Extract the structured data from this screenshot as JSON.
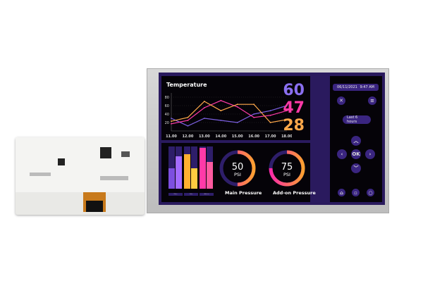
{
  "temperature": {
    "title": "Temperature",
    "readouts": [
      {
        "value": "60",
        "color": "#8a6ff0"
      },
      {
        "value": "47",
        "color": "#ff3aa8"
      },
      {
        "value": "28",
        "color": "#ffa84a"
      }
    ]
  },
  "chart_data": {
    "type": "line",
    "title": "Temperature",
    "categories": [
      "11.00",
      "12.00",
      "13.00",
      "14.00",
      "15.00",
      "16.00",
      "17.00",
      "18.00"
    ],
    "yticks": [
      "20",
      "40",
      "60",
      "80"
    ],
    "ylim": [
      0,
      90
    ],
    "grid": true,
    "series": [
      {
        "color": "#7b5fe0",
        "values": [
          30,
          12,
          30,
          25,
          20,
          40,
          48,
          60
        ]
      },
      {
        "color": "#ff3aa8",
        "values": [
          17,
          25,
          55,
          72,
          57,
          32,
          37,
          48
        ]
      },
      {
        "color": "#ffa84a",
        "values": [
          23,
          32,
          70,
          48,
          63,
          63,
          20,
          27
        ]
      }
    ]
  },
  "bars": {
    "groups": [
      {
        "label": "Main",
        "colors": [
          "#7d4fe0",
          "#a36bff"
        ],
        "levels": [
          0.48,
          0.76
        ]
      },
      {
        "label": "Side",
        "colors": [
          "#ffb030",
          "#ffcc40"
        ],
        "levels": [
          0.82,
          0.48
        ]
      },
      {
        "label": "Add-on",
        "colors": [
          "#ff3aa8",
          "#ff5aa0"
        ],
        "levels": [
          0.96,
          0.64
        ]
      }
    ]
  },
  "gauges": [
    {
      "value": "50",
      "unit": "PSI",
      "label": "Main Pressure",
      "percent": 50
    },
    {
      "value": "75",
      "unit": "PSI",
      "label": "Add-on Pressure",
      "percent": 75
    }
  ],
  "controls": {
    "date": "06/11/2021",
    "time": "9:47 AM",
    "range": "Last 6 hours",
    "ok": "OK",
    "close_icon": "x-icon",
    "menu_icon": "hamburger-icon"
  }
}
